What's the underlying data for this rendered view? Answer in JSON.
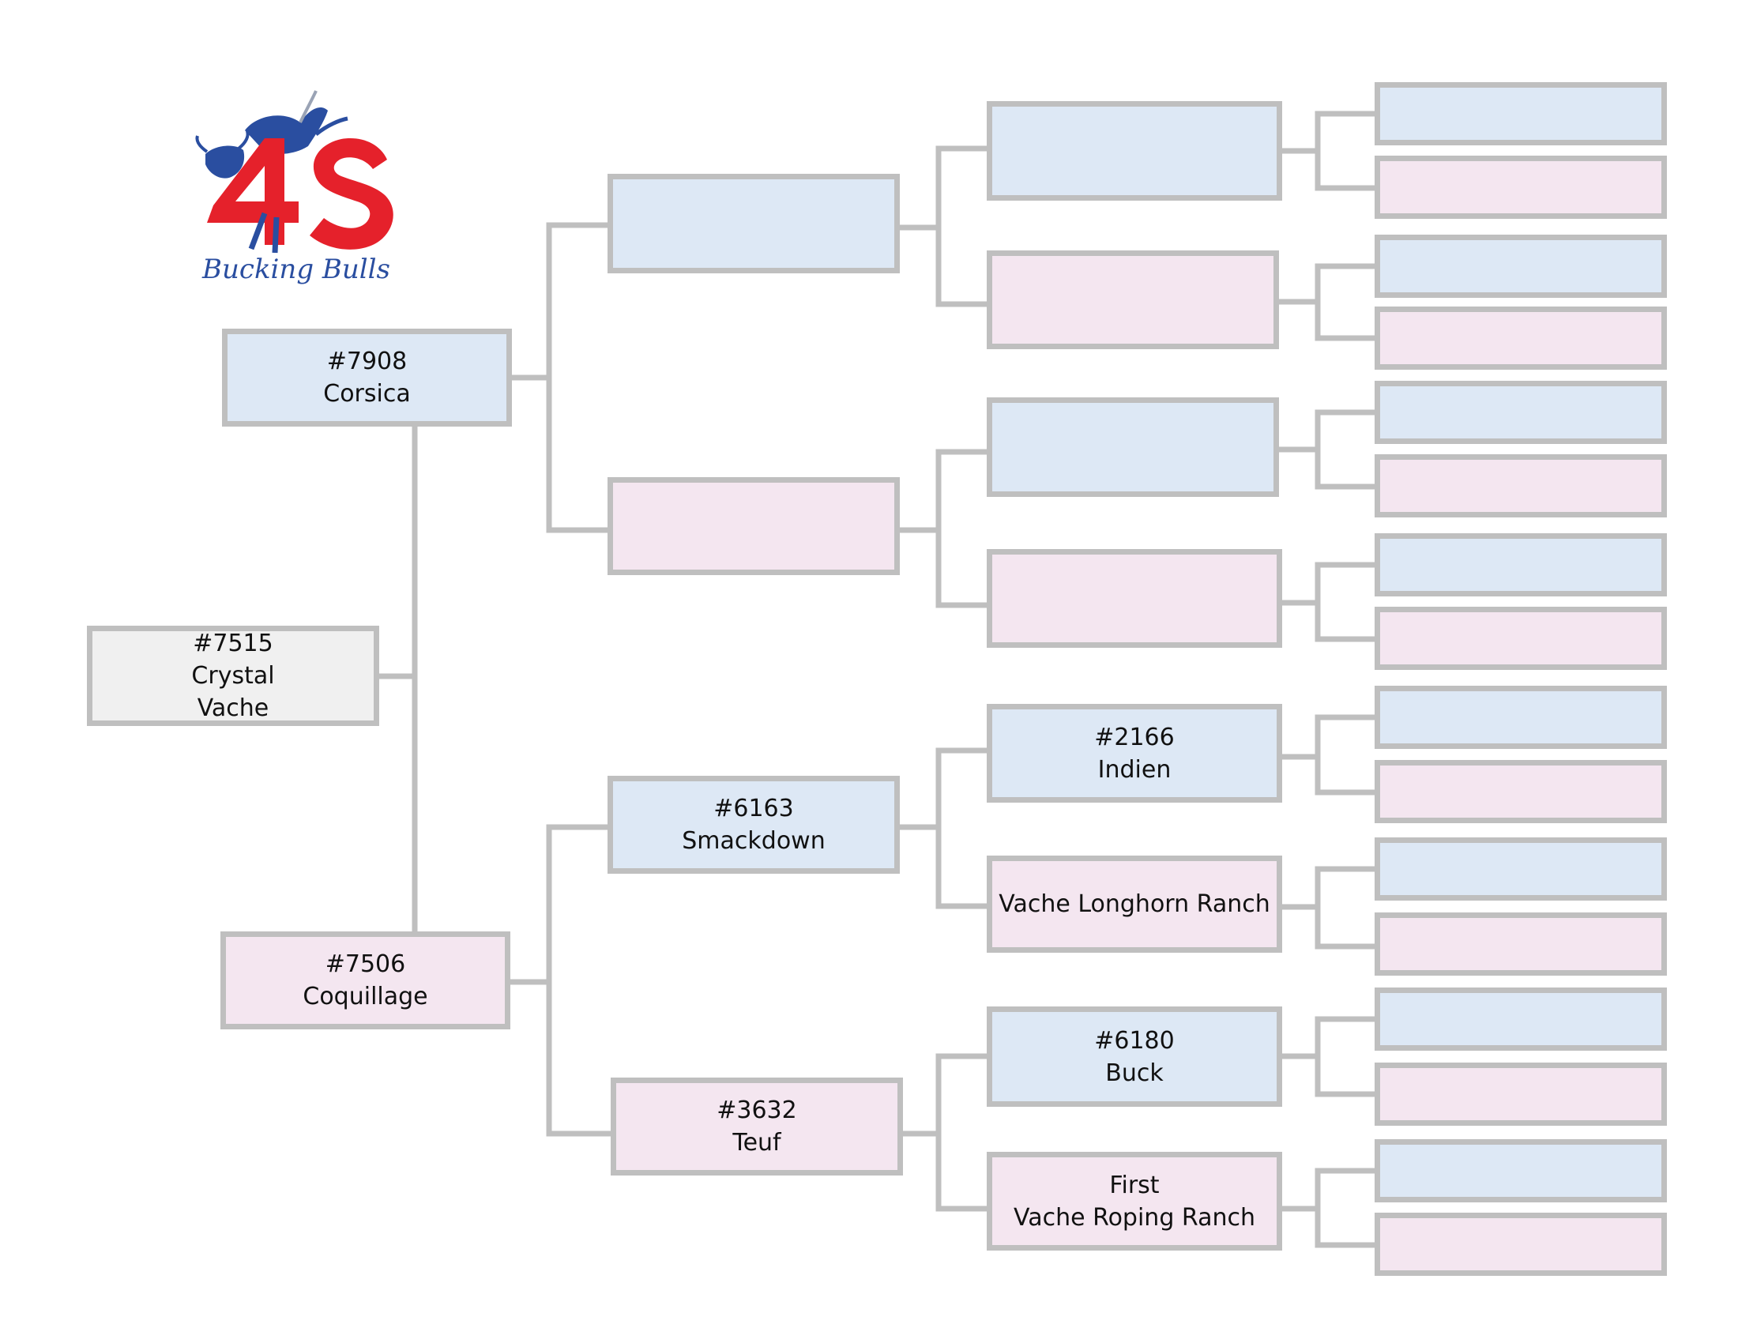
{
  "logo": {
    "mark": "4S",
    "tagline": "Bucking Bulls",
    "colors": {
      "red": "#e5212b",
      "blue": "#2a4ea0"
    }
  },
  "colors": {
    "sire_fill": "#dde8f5",
    "dam_fill": "#f4e6f0",
    "subject_fill": "#f0f0f0",
    "line": "#bfbfbf"
  },
  "subject": {
    "id": "#7515",
    "name_1": "Crystal",
    "name_2": "Vache"
  },
  "gen1": {
    "sire": {
      "id": "#7908",
      "name": "Corsica"
    },
    "dam": {
      "id": "#7506",
      "name": "Coquillage"
    }
  },
  "gen2": {
    "sire_sire": {
      "id": "",
      "name": ""
    },
    "sire_dam": {
      "id": "",
      "name": ""
    },
    "dam_sire": {
      "id": "#6163",
      "name": "Smackdown"
    },
    "dam_dam": {
      "id": "#3632",
      "name": "Teuf"
    }
  },
  "gen3": {
    "dam_sire_sire": {
      "id": "#2166",
      "name": "Indien"
    },
    "dam_sire_dam": {
      "id": "",
      "name": "Vache Longhorn Ranch"
    },
    "dam_dam_sire": {
      "id": "#6180",
      "name": "Buck"
    },
    "dam_dam_dam": {
      "id": "First",
      "name": "Vache Roping Ranch"
    }
  }
}
